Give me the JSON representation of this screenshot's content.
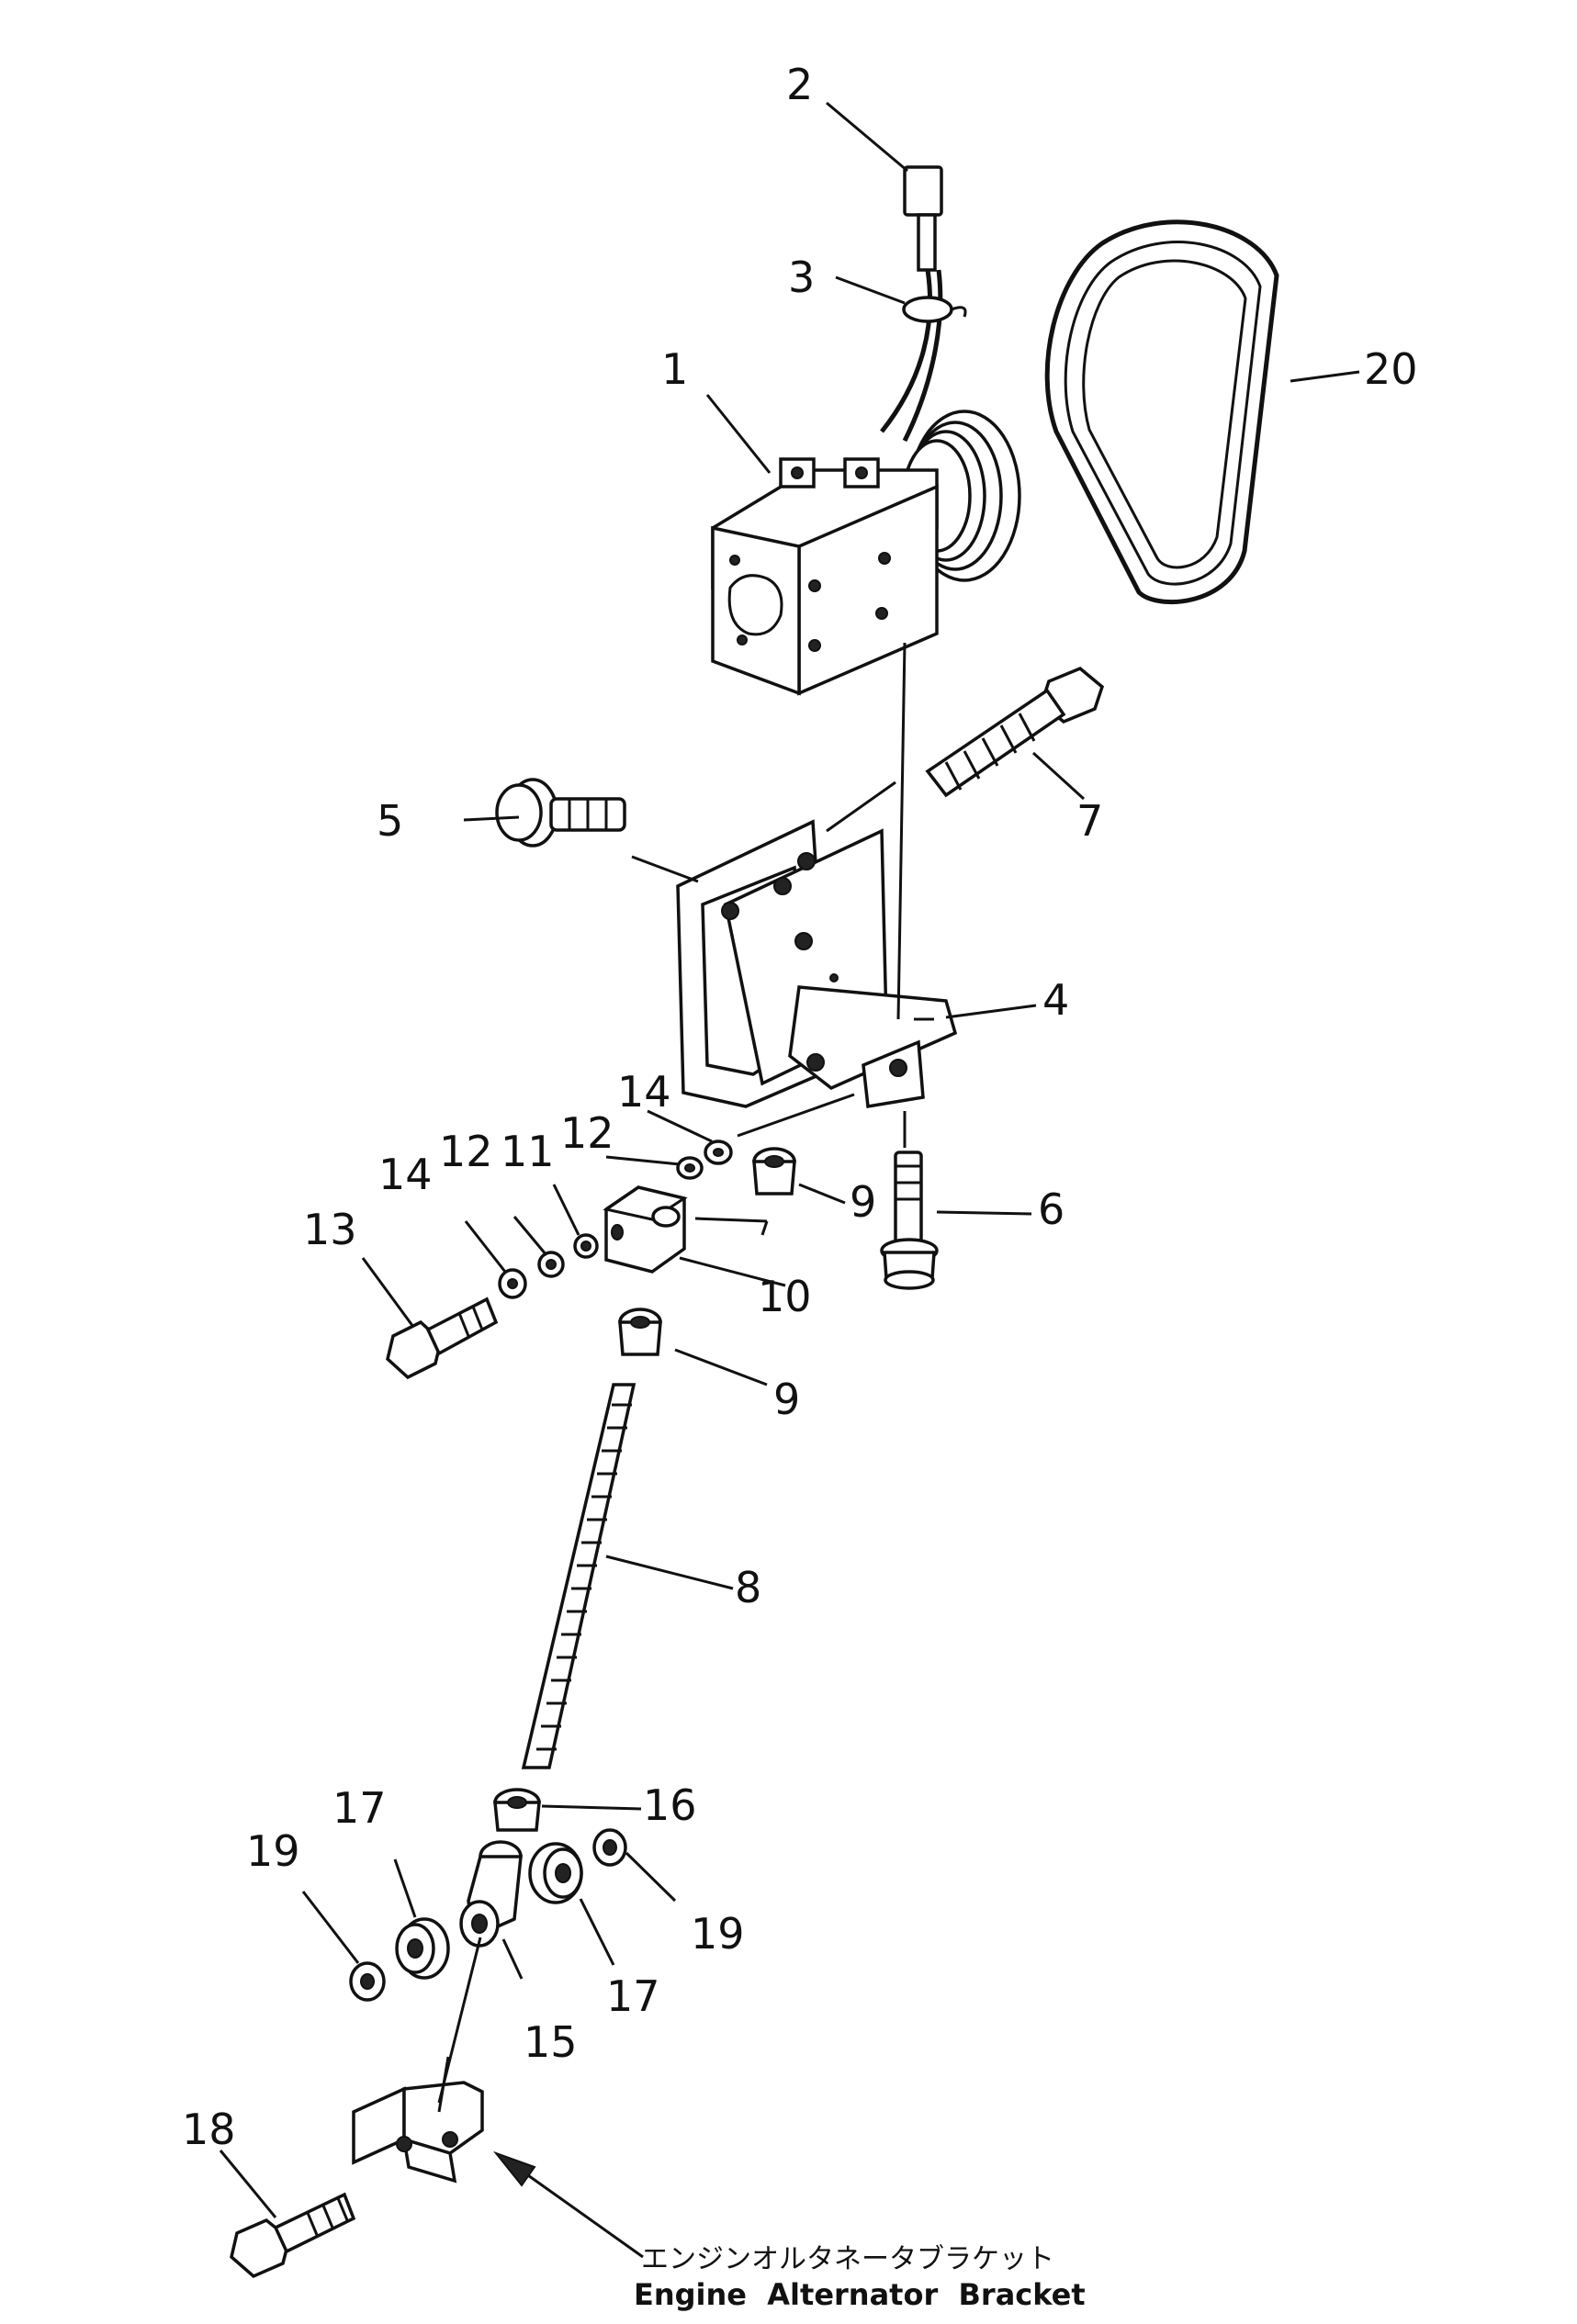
{
  "callouts": {
    "c1": "1",
    "c2": "2",
    "c3": "3",
    "c4": "4",
    "c5": "5",
    "c6": "6",
    "c7": "7",
    "c8": "8",
    "c9a": "9",
    "c9b": "9",
    "c10": "10",
    "c11": "11",
    "c12a": "12",
    "c12b": "12",
    "c13": "13",
    "c14a": "14",
    "c14b": "14",
    "c15": "15",
    "c16": "16",
    "c17a": "17",
    "c17b": "17",
    "c18": "18",
    "c19a": "19",
    "c19b": "19",
    "c20": "20"
  },
  "caption": {
    "japanese": "エンジンオルタネータブラケット",
    "english": "Engine  Alternator  Bracket"
  }
}
